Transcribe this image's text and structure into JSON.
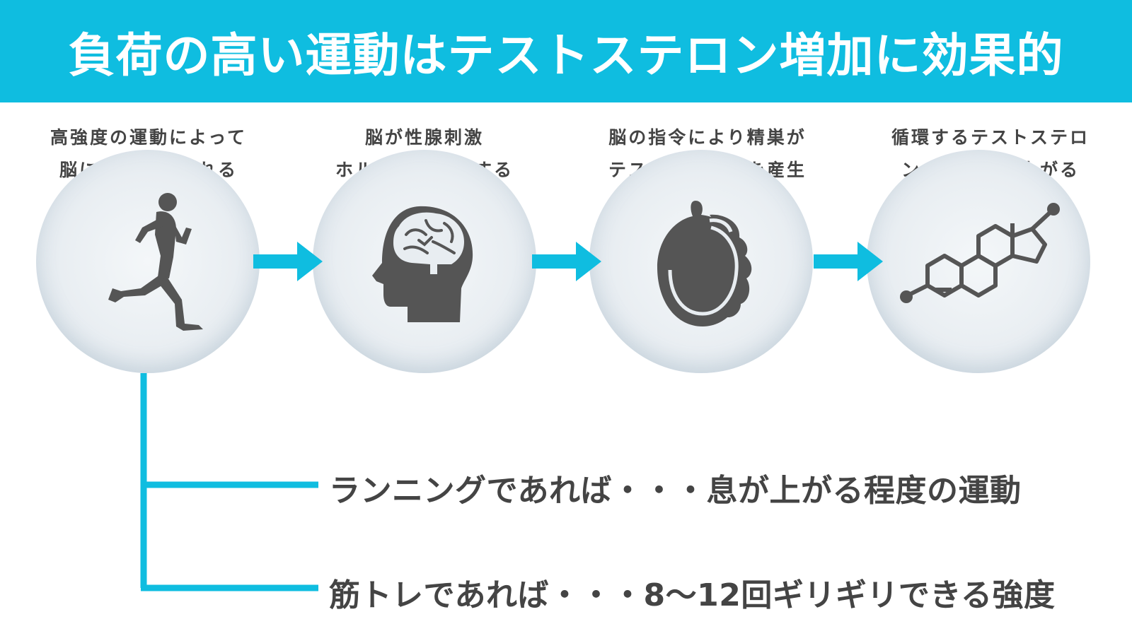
{
  "title": "負荷の高い運動はテストステロン増加に効果的",
  "colors": {
    "accent": "#0fbde0",
    "icon": "#555555",
    "text": "#444444",
    "title_text": "#ffffff"
  },
  "steps": [
    {
      "line1": "高強度の運動によって",
      "line2": "脳に信号が送られる",
      "icon": "runner-icon"
    },
    {
      "line1": "脳が性腺刺激",
      "line2": "ホルモンを放出する",
      "icon": "brain-head-icon"
    },
    {
      "line1": "脳の指令により精巣が",
      "line2": "テストステロンを産生",
      "icon": "testis-icon"
    },
    {
      "line1": "循環するテストステロ",
      "line2": "ンのレベルが上がる",
      "icon": "steroid-molecule-icon"
    }
  ],
  "branches": [
    {
      "text": "ランニングであれば・・・息が上がる程度の運動"
    },
    {
      "text": "筋トレであれば・・・8〜12回ギリギリできる強度"
    }
  ]
}
